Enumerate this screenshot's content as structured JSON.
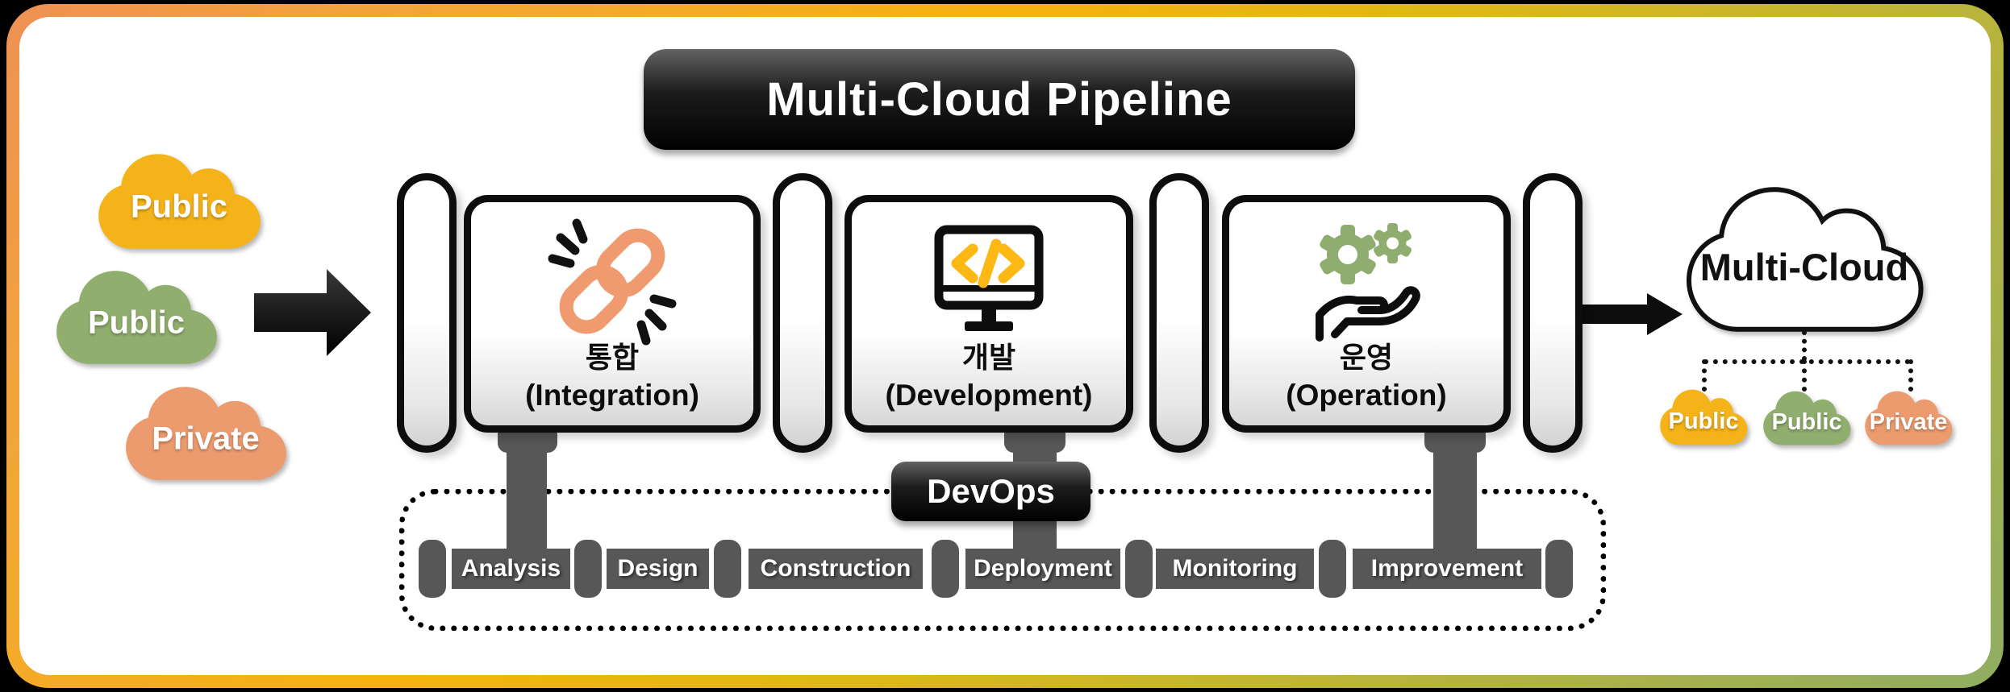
{
  "title": "Multi-Cloud Pipeline",
  "source_clouds": [
    {
      "label": "Public",
      "color": "#F5B31A"
    },
    {
      "label": "Public",
      "color": "#90AE6D"
    },
    {
      "label": "Private",
      "color": "#EC9B6E"
    }
  ],
  "stages": [
    {
      "name_ko": "통합",
      "name_en": "(Integration)",
      "icon": "chain-link-icon"
    },
    {
      "name_ko": "개발",
      "name_en": "(Development)",
      "icon": "code-monitor-icon"
    },
    {
      "name_ko": "운영",
      "name_en": "(Operation)",
      "icon": "gears-hand-icon"
    }
  ],
  "devops": {
    "label": "DevOps",
    "steps": [
      "Analysis",
      "Design",
      "Construction",
      "Deployment",
      "Monitoring",
      "Improvement"
    ]
  },
  "target": {
    "label": "Multi-Cloud",
    "clouds": [
      {
        "label": "Public",
        "color": "#F5B31A"
      },
      {
        "label": "Public",
        "color": "#90AE6D"
      },
      {
        "label": "Private",
        "color": "#EC9B6E"
      }
    ]
  },
  "colors": {
    "pipe_gray": "#575757",
    "frame_orange": "#ED9155",
    "frame_gold": "#F6B30F",
    "frame_green": "#8FAD62",
    "stage_icon_orange": "#F09A70",
    "stage_icon_yellow": "#FDB813",
    "stage_icon_green": "#8FAD6E"
  }
}
